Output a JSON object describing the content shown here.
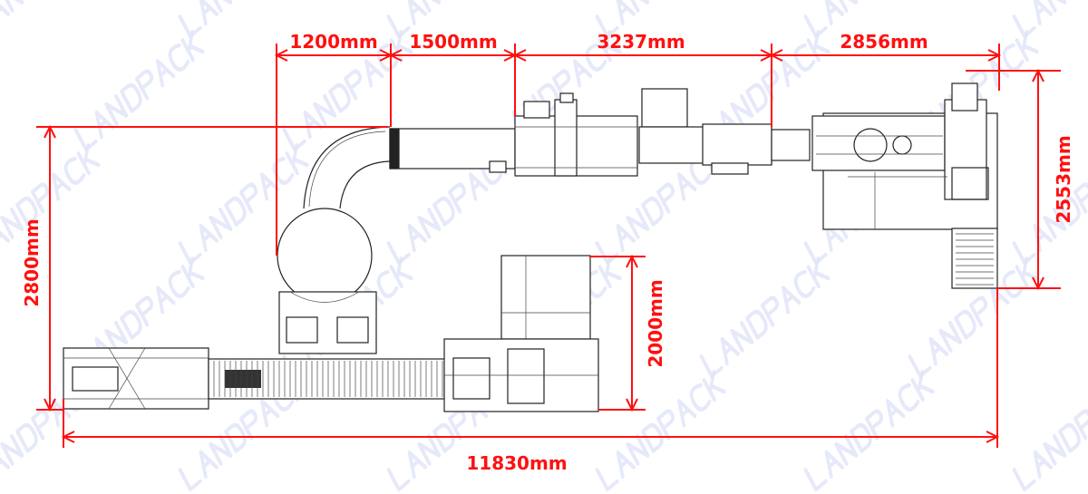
{
  "watermark": "LANDPACK",
  "dimensions": {
    "top": [
      "1200mm",
      "1500mm",
      "3237mm",
      "2856mm"
    ],
    "right_height": "2553mm",
    "left_height": "2800mm",
    "middle_height": "2000mm",
    "total_length": "11830mm"
  },
  "colors": {
    "dimension": "#ff1010",
    "drawing": "#222222",
    "watermark": "#dfe4f7"
  }
}
